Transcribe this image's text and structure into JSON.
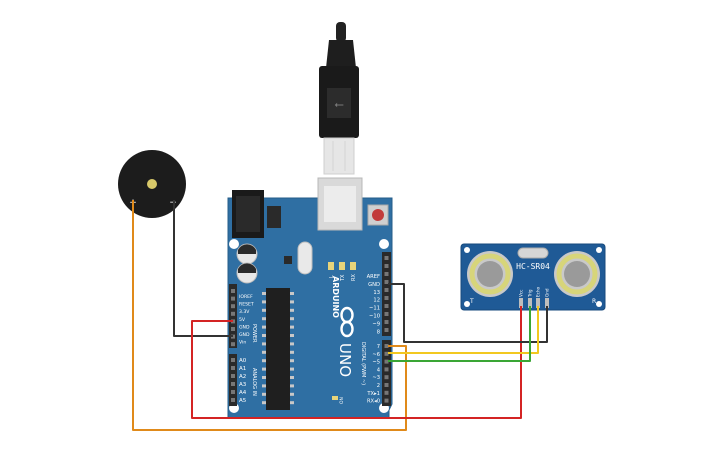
{
  "colors": {
    "board": "#2f6fa3",
    "board_edge": "#255c8a",
    "sensor": "#1f5a96",
    "wire_black": "#333333",
    "wire_red": "#d42424",
    "wire_orange": "#e08a1a",
    "wire_yellow": "#f2c820",
    "wire_green": "#3aa635",
    "header": "#2a2a2a",
    "transducer": "#d7d57a"
  },
  "board": {
    "brand": "ARDUINO",
    "model": "UNO",
    "on_label": "ON",
    "led_labels": [
      "L",
      "TX",
      "RX"
    ],
    "power_header_label": "POWER",
    "analog_header_label": "ANALOG IN",
    "digital_header_label": "DIGITAL (PWM ~)",
    "power_pins": [
      "IOREF",
      "RESET",
      "3.3V",
      "5V",
      "GND",
      "GND",
      "Vin"
    ],
    "analog_pins": [
      "A0",
      "A1",
      "A2",
      "A3",
      "A4",
      "A5"
    ],
    "digital_top_pins": [
      "AREF",
      "GND",
      "13",
      "12",
      "~11",
      "~10",
      "~9",
      "8"
    ],
    "digital_bottom_pins": [
      "7",
      "~6",
      "~5",
      "4",
      "~3",
      "2",
      "TX▸1",
      "RX◂0"
    ]
  },
  "sensor": {
    "model": "HC-SR04",
    "left_mark": "T",
    "right_mark": "R",
    "pins": [
      "Vcc",
      "Trig",
      "Echo",
      "Gnd"
    ]
  },
  "buzzer": {
    "plus": "+",
    "minus": "−"
  }
}
